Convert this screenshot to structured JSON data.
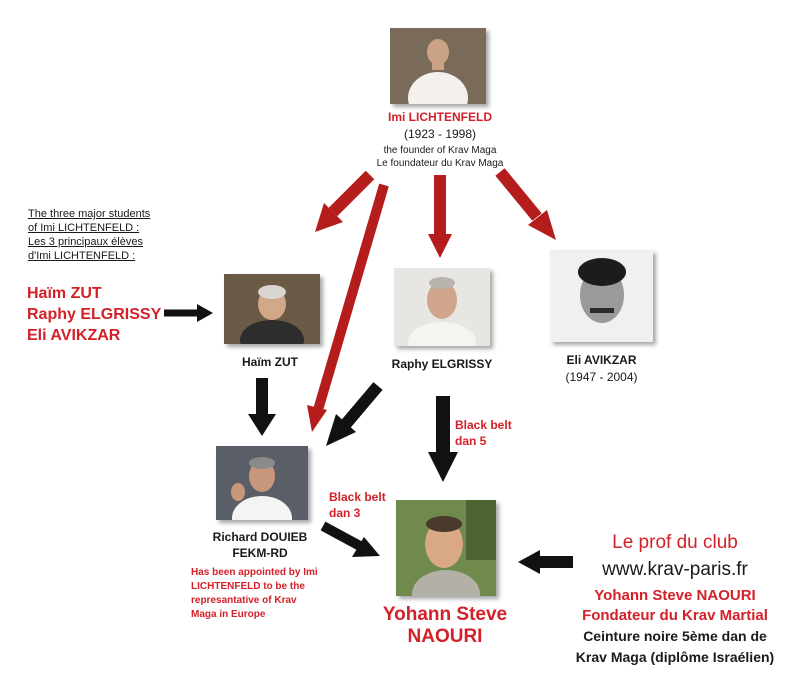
{
  "founder": {
    "name": "Imi LICHTENFELD",
    "years": "(1923 - 1998)",
    "desc_en": "the founder of Krav Maga",
    "desc_fr": "Le foundateur du Krav Maga"
  },
  "students_heading": {
    "line1": "The three major students",
    "line2": "of Imi LICHTENFELD :",
    "line3": "Les 3 principaux élèves",
    "line4": "d'Imi LICHTENFELD :"
  },
  "students_list": [
    "Haïm ZUT",
    "Raphy ELGRISSY",
    "Eli AVIKZAR"
  ],
  "haim": {
    "name": "Haïm ZUT"
  },
  "raphy": {
    "name": "Raphy ELGRISSY"
  },
  "eli": {
    "name": "Eli AVIKZAR",
    "years": "(1947 - 2004)"
  },
  "richard": {
    "name": "Richard DOUIEB",
    "org": "FEKM-RD",
    "note": [
      "Has been appointed by Imi",
      "LICHTENFELD to be the",
      "represantative of Krav",
      "Maga in Europe"
    ]
  },
  "black_belt_5": {
    "line1": "Black belt",
    "line2": "dan 5"
  },
  "black_belt_3": {
    "line1": "Black belt",
    "line2": "dan 3"
  },
  "yohann": {
    "line1": "Yohann Steve",
    "line2": "NAOURI"
  },
  "club": {
    "title": "Le prof du club",
    "url": "www.krav-paris.fr",
    "name": "Yohann Steve NAOURI",
    "role": "Fondateur du Krav Martial",
    "belt1": "Ceinture noire 5ème dan de",
    "belt2": "Krav Maga (diplôme Israélien)"
  },
  "colors": {
    "red": "#d42028",
    "arrow_red": "#b51c1c",
    "arrow_black": "#111111"
  }
}
